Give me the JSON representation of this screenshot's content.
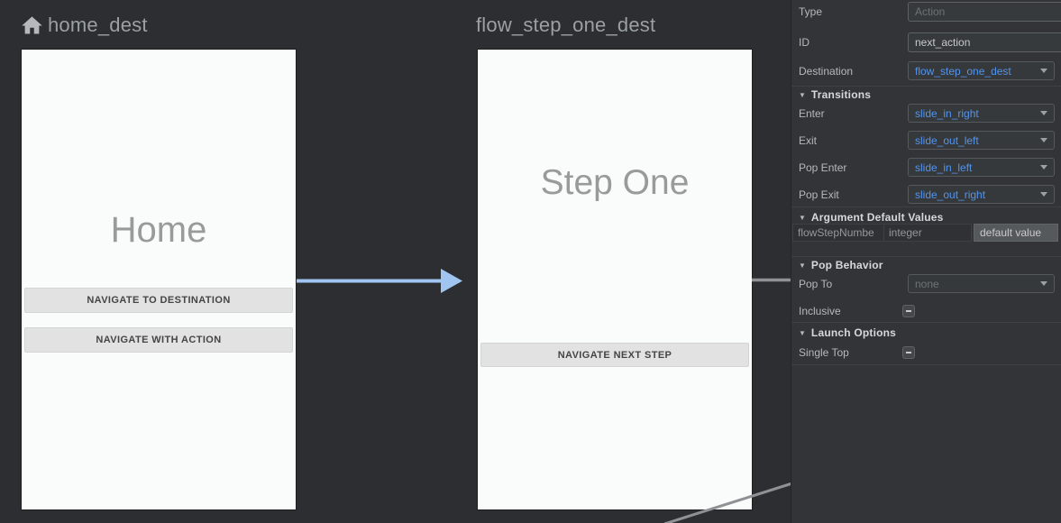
{
  "canvas": {
    "home": {
      "header": "home_dest",
      "screen_title": "Home",
      "buttons": [
        "NAVIGATE TO DESTINATION",
        "NAVIGATE WITH ACTION"
      ]
    },
    "step_one": {
      "header": "flow_step_one_dest",
      "screen_title": "Step One",
      "buttons": [
        "NAVIGATE NEXT STEP"
      ]
    },
    "colors": {
      "action_arrow": "#a0c5f1",
      "exit_line": "#8f9294"
    }
  },
  "panel": {
    "fields": {
      "type": {
        "label": "Type",
        "placeholder": "Action"
      },
      "id": {
        "label": "ID",
        "value": "next_action"
      },
      "destination": {
        "label": "Destination",
        "value": "flow_step_one_dest"
      }
    },
    "transitions": {
      "header": "Transitions",
      "enter": {
        "label": "Enter",
        "value": "slide_in_right"
      },
      "exit": {
        "label": "Exit",
        "value": "slide_out_left"
      },
      "pop_enter": {
        "label": "Pop Enter",
        "value": "slide_in_left"
      },
      "pop_exit": {
        "label": "Pop Exit",
        "value": "slide_out_right"
      }
    },
    "argument_defaults": {
      "header": "Argument Default Values",
      "arg_name": "flowStepNumbe",
      "arg_type": "integer",
      "default_placeholder": "default value"
    },
    "pop_behavior": {
      "header": "Pop Behavior",
      "pop_to": {
        "label": "Pop To",
        "value": "none"
      },
      "inclusive": {
        "label": "Inclusive"
      }
    },
    "launch_options": {
      "header": "Launch Options",
      "single_top": {
        "label": "Single Top"
      }
    },
    "accent_blue": "#5394ec"
  }
}
